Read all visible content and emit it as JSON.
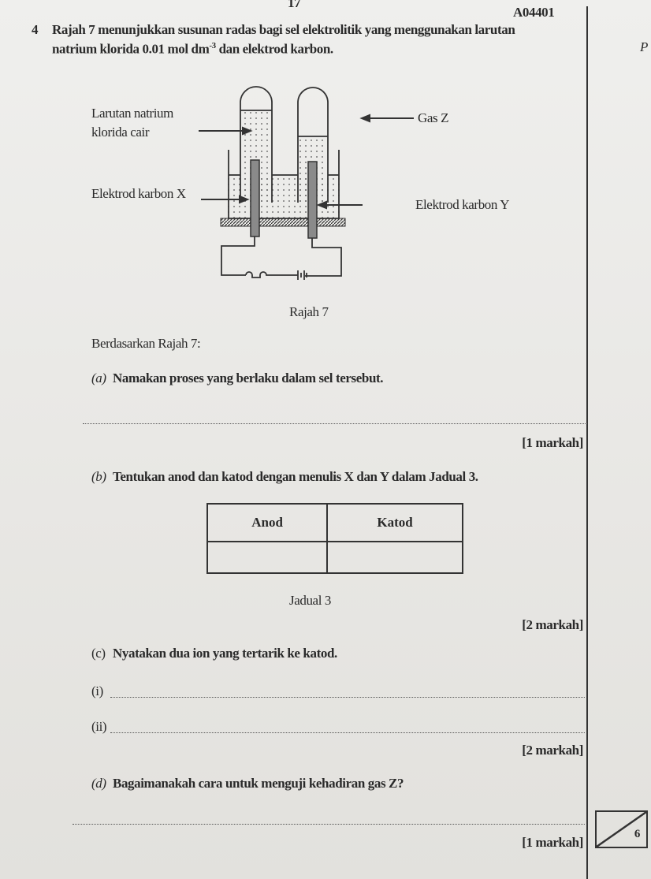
{
  "header": {
    "page_number": "17",
    "code": "A04401",
    "margin_letter": "P"
  },
  "question": {
    "number": "4",
    "intro_line1": "Rajah 7 menunjukkan susunan radas bagi sel elektrolitik yang menggunakan larutan",
    "intro_line2_a": "natrium klorida 0.01 mol dm",
    "intro_sup": "-3",
    "intro_line2_b": " dan elektrod karbon."
  },
  "diagram": {
    "label_solution_1": "Larutan natrium",
    "label_solution_2": "klorida cair",
    "label_gas": "Gas Z",
    "label_electrode_x": "Elektrod karbon X",
    "label_electrode_y": "Elektrod karbon Y",
    "caption": "Rajah 7"
  },
  "based_on": "Berdasarkan Rajah 7:",
  "parts": {
    "a": {
      "label": "(a)",
      "text": "Namakan proses yang berlaku dalam sel tersebut.",
      "marks": "[1 markah]"
    },
    "b": {
      "label": "(b)",
      "text": "Tentukan anod dan katod dengan menulis X dan Y dalam Jadual 3.",
      "marks": "[2 markah]",
      "table": {
        "headers": [
          "Anod",
          "Katod"
        ],
        "rows": [
          [
            "",
            ""
          ]
        ],
        "caption": "Jadual 3"
      }
    },
    "c": {
      "label": "(c)",
      "text": "Nyatakan dua ion yang tertarik ke katod.",
      "sub_i": "(i)",
      "sub_ii": "(ii)",
      "marks": "[2 markah]"
    },
    "d": {
      "label": "(d)",
      "text": "Bagaimanakah cara untuk menguji kehadiran gas Z?",
      "marks": "[1 markah]"
    }
  },
  "score_box": {
    "total": "6"
  }
}
